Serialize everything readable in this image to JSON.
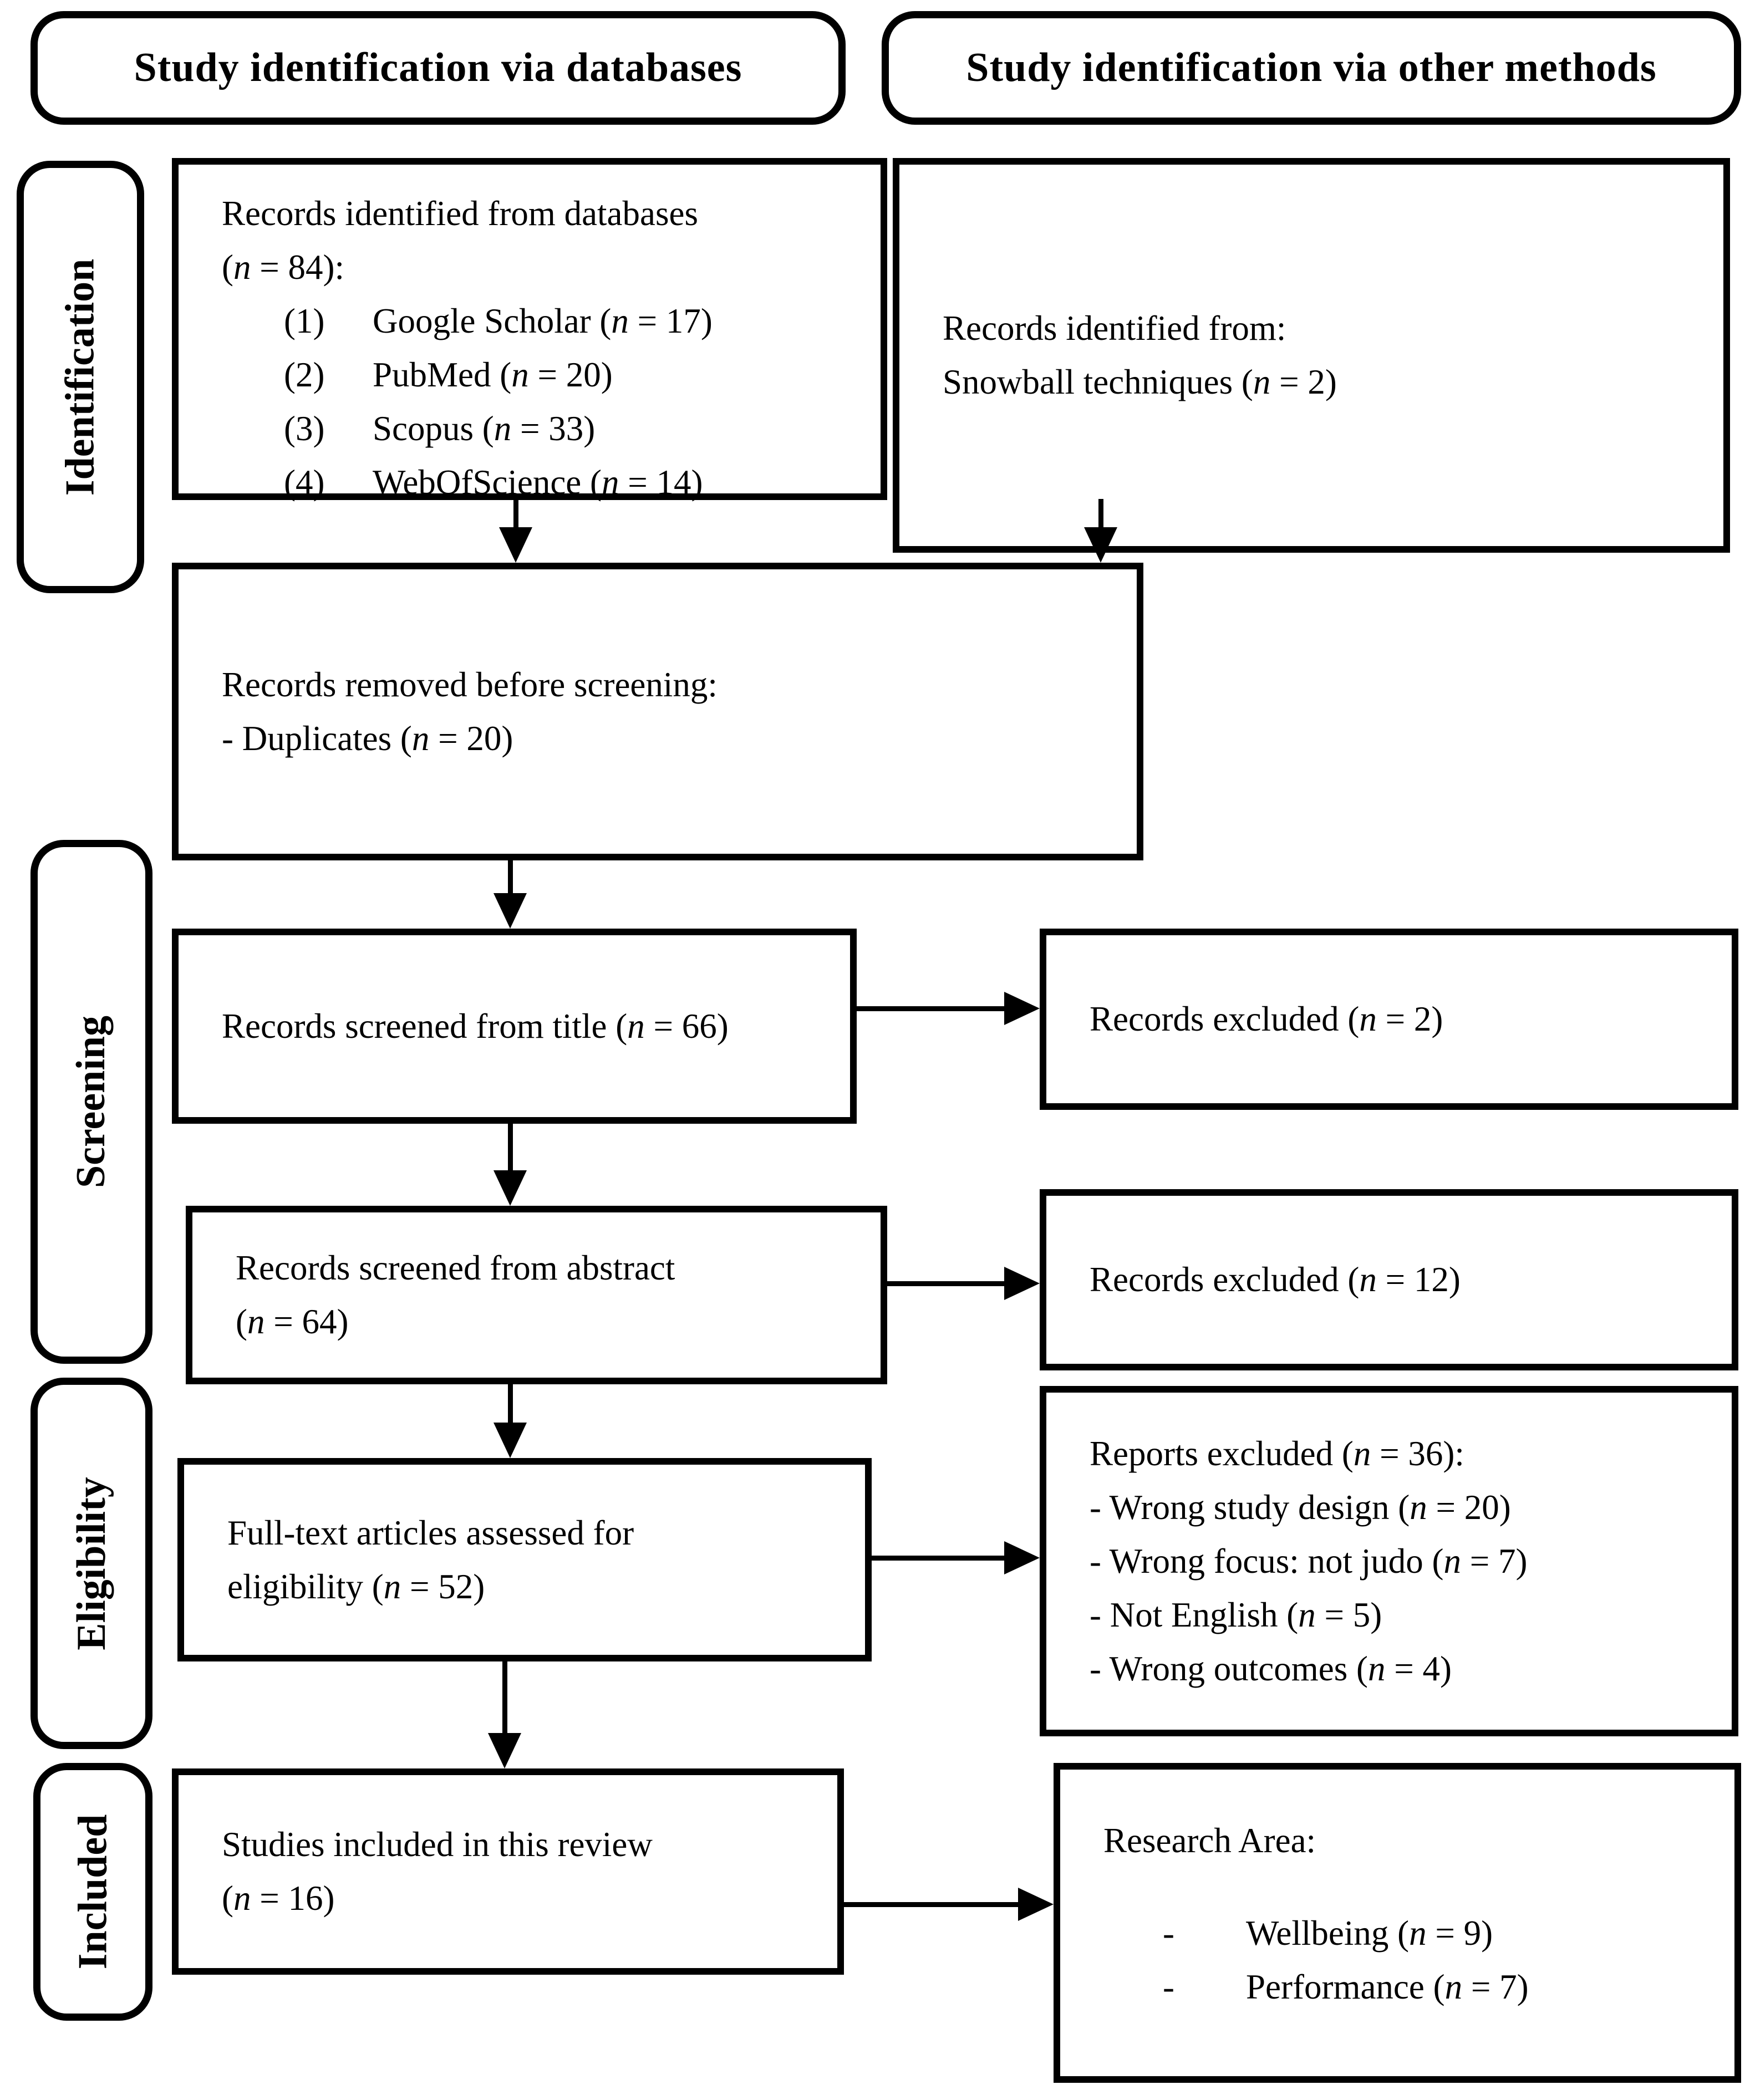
{
  "headers": {
    "left": "Study identification via databases",
    "right": "Study identification via other methods"
  },
  "stages": [
    {
      "label": "Identification"
    },
    {
      "label": "Screening"
    },
    {
      "label": "Eligibility"
    },
    {
      "label": "Included"
    }
  ],
  "boxes": {
    "identified_databases": {
      "line1": "Records identified from databases",
      "line2": "(n = 84):",
      "items": [
        {
          "num": "(1)",
          "label": "Google Scholar (n = 17)"
        },
        {
          "num": "(2)",
          "label": "PubMed (n = 20)"
        },
        {
          "num": "(3)",
          "label": "Scopus (n = 33)"
        },
        {
          "num": "(4)",
          "label": "WebOfScience (n = 14)"
        }
      ]
    },
    "identified_other": {
      "line1": "Records identified from:",
      "line2": "Snowball techniques (n = 2)"
    },
    "removed_before_screening": {
      "title": "Records removed before screening:",
      "items": [
        "- Duplicates (n = 20)"
      ]
    },
    "screened_title": {
      "text": "Records screened from title (n = 66)"
    },
    "excluded_title": {
      "text": "Records excluded (n = 2)"
    },
    "screened_abstract": {
      "line1": "Records screened from abstract",
      "line2": "(n = 64)"
    },
    "excluded_abstract": {
      "text": "Records excluded (n = 12)"
    },
    "fulltext_assessed": {
      "line1": "Full-text articles assessed for",
      "line2": "eligibility (n = 52)"
    },
    "reports_excluded": {
      "title": "Reports excluded (n = 36):",
      "items": [
        "- Wrong study design (n = 20)",
        "- Wrong focus: not judo (n = 7)",
        "- Not English (n = 5)",
        "- Wrong outcomes (n = 4)"
      ]
    },
    "studies_included": {
      "line1": "Studies included in this review",
      "line2": "(n = 16)"
    },
    "research_area": {
      "title": "Research Area:",
      "items": [
        {
          "dash": "-",
          "label": "Wellbeing (n = 9)"
        },
        {
          "dash": "-",
          "label": "Performance (n = 7)"
        }
      ]
    }
  },
  "colors": {
    "line": "#000000",
    "background": "#ffffff"
  }
}
